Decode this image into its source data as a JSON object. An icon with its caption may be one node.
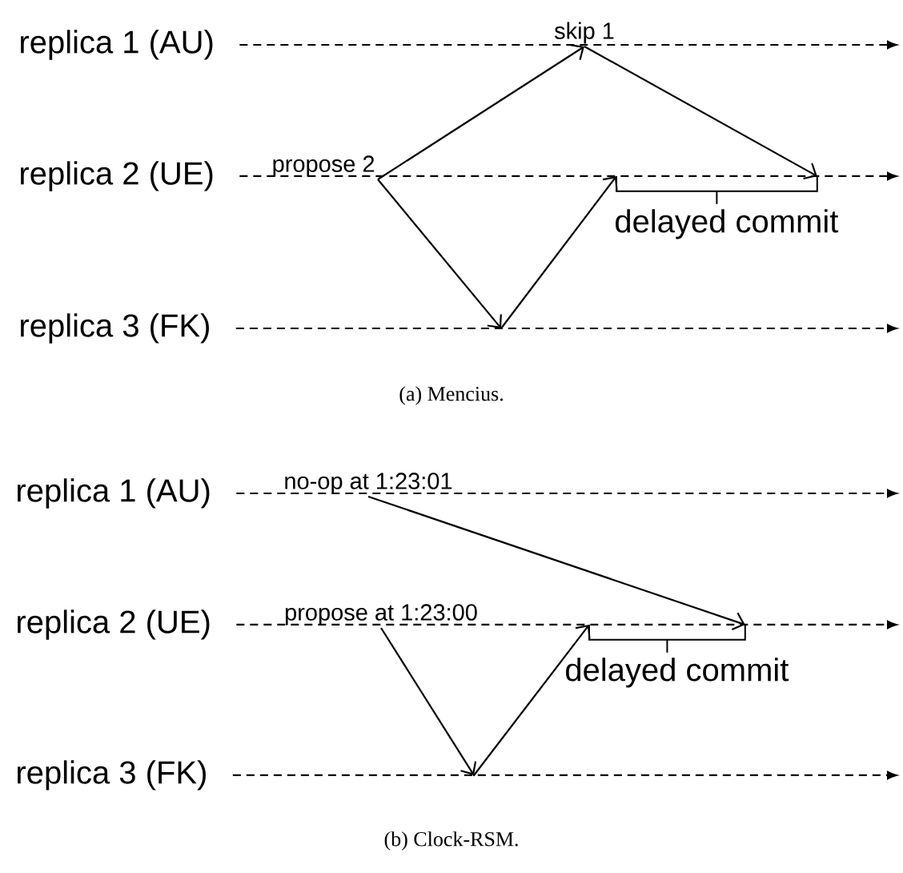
{
  "diagram": {
    "nodes": [
      {
        "text": [
          "skip 1"
        ]
      },
      {
        "text": [
          "replica 1 (AU)"
        ]
      },
      {
        "text": [
          "propose 2"
        ]
      },
      {
        "text": [
          "replica 2 (UE)"
        ]
      },
      {
        "text": [
          "replica 3 (FK)"
        ]
      },
      {
        "text": [
          "no-op at 1:23:01"
        ]
      },
      {
        "text": [
          "replica 1 (AU)"
        ]
      },
      {
        "text": [
          "propose at 1:23:00"
        ]
      },
      {
        "text": [
          "replica 2 (UE)"
        ]
      },
      {
        "text": [
          "replica 3 (FK)"
        ]
      },
      {
        "text": [],
        "shape": "point"
      },
      {
        "text": [],
        "shape": "point"
      },
      {
        "text": [
          "delayed commit"
        ]
      },
      {
        "text": [
          "delayed commit"
        ]
      }
    ],
    "edges": [
      {
        "from": 1,
        "to": null,
        "arrow": "to",
        "style": "dashed"
      },
      {
        "from": 3,
        "to": null,
        "arrow": "to",
        "style": "dashed"
      },
      {
        "from": 4,
        "to": null,
        "arrow": "to",
        "style": "dashed"
      },
      {
        "from": 2,
        "to": 0,
        "arrow": "to"
      },
      {
        "from": 2,
        "to": 10,
        "arrow": "to"
      },
      {
        "from": 10,
        "to": 12,
        "arrow": "to"
      },
      {
        "from": 0,
        "to": 12,
        "arrow": "to"
      },
      {
        "from": 6,
        "to": null,
        "arrow": "to",
        "style": "dashed"
      },
      {
        "from": 8,
        "to": null,
        "arrow": "to",
        "style": "dashed"
      },
      {
        "from": 9,
        "to": null,
        "arrow": "to",
        "style": "dashed"
      },
      {
        "from": 5,
        "to": 13,
        "arrow": "to"
      },
      {
        "from": 7,
        "to": 11,
        "arrow": "to"
      },
      {
        "from": 11,
        "to": 13,
        "arrow": "to"
      }
    ],
    "labels": [
      "(a) Mencius.",
      "(b) Clock-RSM."
    ]
  }
}
